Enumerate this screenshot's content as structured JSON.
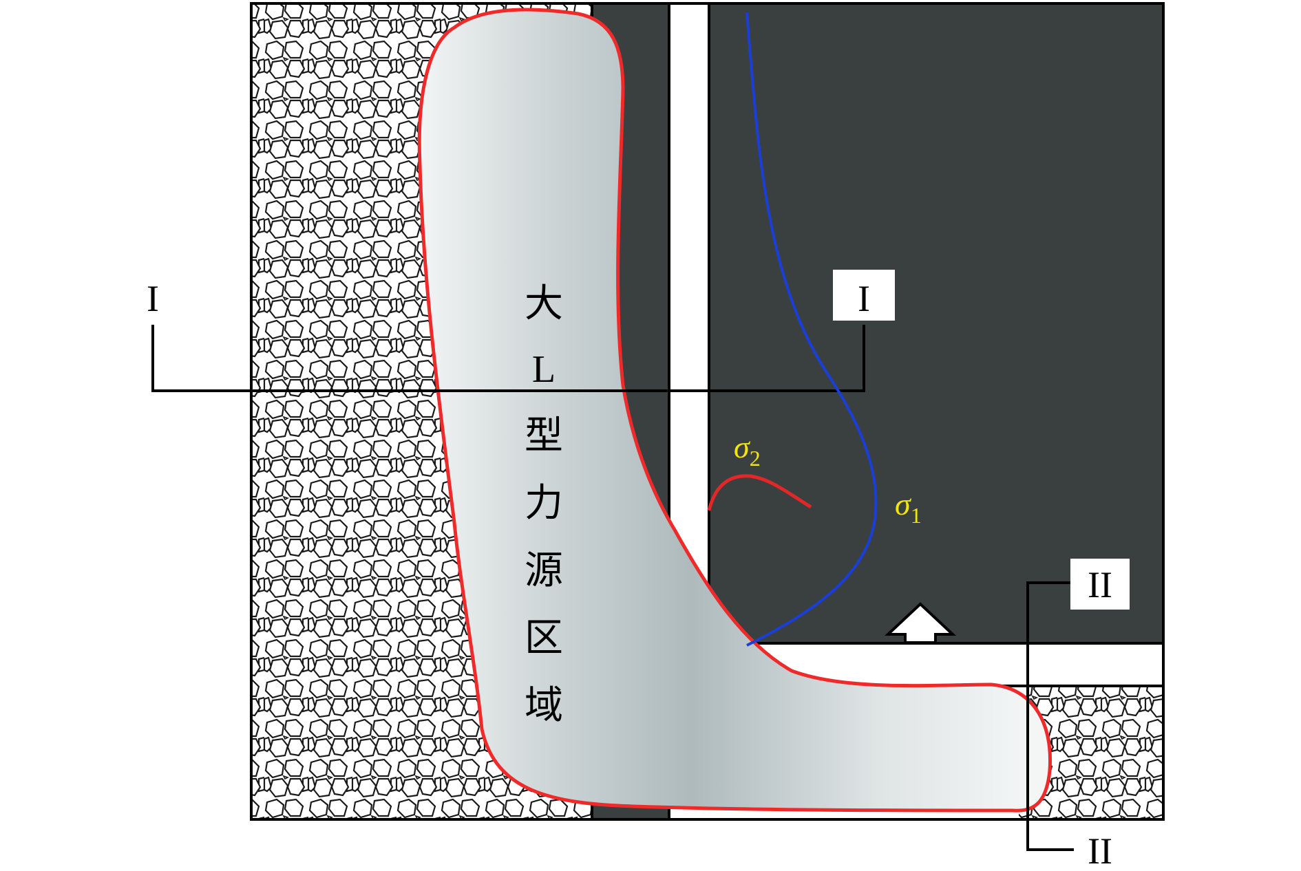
{
  "section_I": {
    "left_label": "I",
    "right_label": "I"
  },
  "section_II": {
    "top_label": "II",
    "bottom_label": "II"
  },
  "region_label": [
    "大",
    "L",
    "型",
    "力",
    "源",
    "区",
    "域"
  ],
  "sigma1": {
    "symbol": "σ",
    "subscript": "1"
  },
  "sigma2": {
    "symbol": "σ",
    "subscript": "2"
  },
  "colors": {
    "coal_pillar": "#3a3f40",
    "gob_fill": "#ffffff",
    "gob_stroke": "#1a1a1a",
    "roadway": "#ffffff",
    "source_region_outline": "#ee2a2a",
    "source_region_fill_light": "#f4f6f6",
    "source_region_fill_dark": "#aebabc",
    "sigma1_curve": "#1a3fd8",
    "sigma2_curve": "#e02828",
    "sigma_text": "#f3e60f",
    "lines": "#000000"
  },
  "icons": {
    "advance_arrow": "up-arrow-icon"
  }
}
